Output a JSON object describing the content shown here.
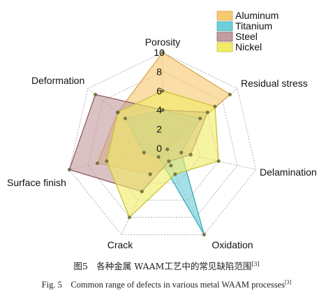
{
  "chart_data": {
    "type": "radar",
    "axes": [
      "Porosity",
      "Residual stress",
      "Delamination",
      "Oxidation",
      "Crack",
      "Surface finish",
      "Deformation"
    ],
    "scale": {
      "min": 0,
      "max": 10,
      "ticks": [
        "0",
        "2",
        "4",
        "6",
        "8",
        "10"
      ]
    },
    "grid": true,
    "legend_position": "top-right",
    "series": [
      {
        "name": "Aluminum",
        "color": "#F8C872",
        "edge": "#D9A650",
        "values": [
          10,
          9,
          0.5,
          2,
          3,
          7,
          6
        ]
      },
      {
        "name": "Titanium",
        "color": "#6FCFDA",
        "edge": "#3AAAB8",
        "values": [
          4,
          5,
          2,
          10,
          1,
          2,
          5
        ]
      },
      {
        "name": "Steel",
        "color": "#C39CA0",
        "edge": "#8A5A5E",
        "values": [
          4,
          6,
          3,
          1.5,
          5,
          10,
          9
        ]
      },
      {
        "name": "Nickel",
        "color": "#F0EC68",
        "edge": "#C9C23A",
        "values": [
          6,
          7,
          6,
          3,
          8,
          6,
          6
        ]
      }
    ]
  },
  "caption": {
    "cn_text": "图5　各种金属 WAAM工艺中的常见缺陷范围",
    "cn_ref": "[3]",
    "en_text": "Fig. 5　Common range of defects in various metal WAAM processes",
    "en_ref": "[3]"
  }
}
